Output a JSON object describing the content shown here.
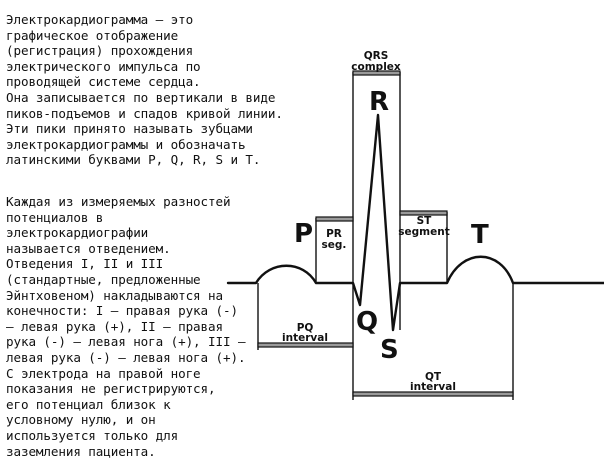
{
  "intro_text": "Электрокардиограмма – это\nграфическое отображение\n(регистрация) прохождения\nэлектрического импульса по\nпроводящей системе сердца.\nОна записывается по вертикали в виде\nпиков-подъемов и спадов кривой линии.\nЭти пики принято называть зубцами\nэлектрокардиограммы и обозначать\nлатинскими буквами P, Q, R, S и T.",
  "leads_text": "Каждая из измеряемых разностей\nпотенциалов в\nэлектрокардиографии\nназывается отведением.\nОтведения I, II и III\n(стандартные, предложенные\nЭйнтховеном) накладываются на\nконечности: I — правая рука (-)\n— левая рука (+), II — правая\nрука (-) — левая нога (+), III —\nлевая рука (-) — левая нога (+).\nС электрода на правой ноге\nпоказания не регистрируются,\nего потенциал близок к\nусловному нулю, и он\nиспользуется только для\nзаземления пациента.",
  "waves": {
    "p": "P",
    "q": "Q",
    "r": "R",
    "s": "S",
    "t": "T"
  },
  "segments": {
    "qrs_line1": "QRS",
    "qrs_line2": "complex",
    "pr_line1": "PR",
    "pr_line2": "seg.",
    "st_line1": "ST",
    "st_line2": "segment",
    "pq_line1": "PQ",
    "pq_line2": "interval",
    "qt_line1": "QT",
    "qt_line2": "interval"
  }
}
